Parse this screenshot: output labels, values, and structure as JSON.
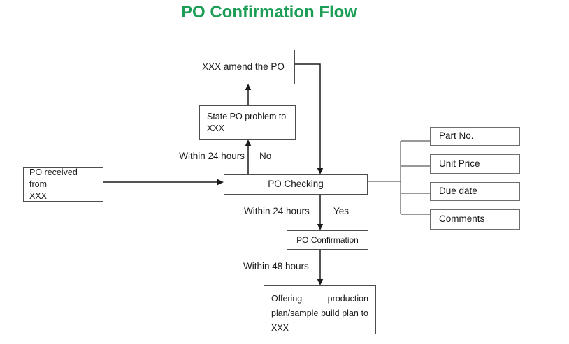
{
  "title": "PO Confirmation Flow",
  "colors": {
    "title_green": "#1c9e57",
    "arrow": "#1a1a1a",
    "bracket": "#5a5a5a"
  },
  "nodes": {
    "amend": {
      "label": "XXX amend the PO"
    },
    "state_problem": {
      "line1": "State PO problem to",
      "line2": "XXX"
    },
    "received": {
      "line1": "PO received from",
      "line2": "XXX"
    },
    "checking": {
      "label": "PO Checking"
    },
    "confirmation": {
      "label": "PO Confirmation"
    },
    "offering": {
      "line1_left": "Offering",
      "line1_right": "production",
      "line2": "plan/sample build plan to",
      "line3": "XXX"
    },
    "checklist": [
      {
        "label": "Part No."
      },
      {
        "label": "Unit Price"
      },
      {
        "label": "Due date"
      },
      {
        "label": "Comments"
      }
    ]
  },
  "edge_labels": {
    "within_24_hours_no": "Within 24 hours",
    "no": "No",
    "within_24_hours_yes": "Within 24 hours",
    "yes": "Yes",
    "within_48_hours": "Within 48 hours"
  }
}
